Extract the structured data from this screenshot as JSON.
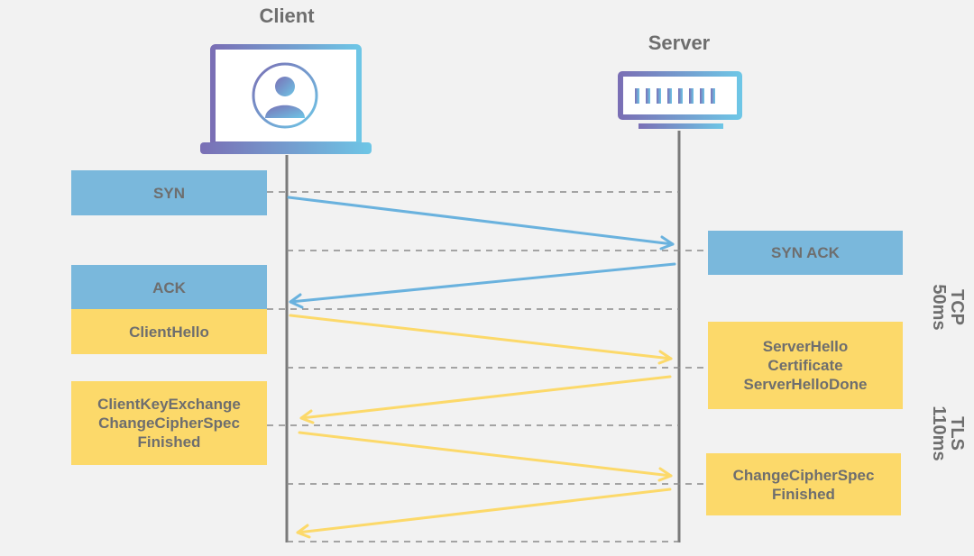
{
  "client": {
    "title": "Client"
  },
  "server": {
    "title": "Server"
  },
  "messages": {
    "syn": "SYN",
    "syn_ack": "SYN ACK",
    "ack": "ACK",
    "client_hello": "ClientHello",
    "server_hello": [
      "ServerHello",
      "Certificate",
      "ServerHelloDone"
    ],
    "client_key": [
      "ClientKeyExchange",
      "ChangeCipherSpec",
      "Finished"
    ],
    "server_finish": [
      "ChangeCipherSpec",
      "Finished"
    ]
  },
  "phases": {
    "tcp": [
      "TCP",
      "50ms"
    ],
    "tls": [
      "TLS",
      "110ms"
    ]
  },
  "colors": {
    "tcp_blue": "#7ab8dc",
    "tls_yellow": "#fcd96a",
    "line_gray": "#7a7a7a",
    "icon_purple": "#7a6fb5",
    "icon_cyan": "#6ec6e6"
  }
}
